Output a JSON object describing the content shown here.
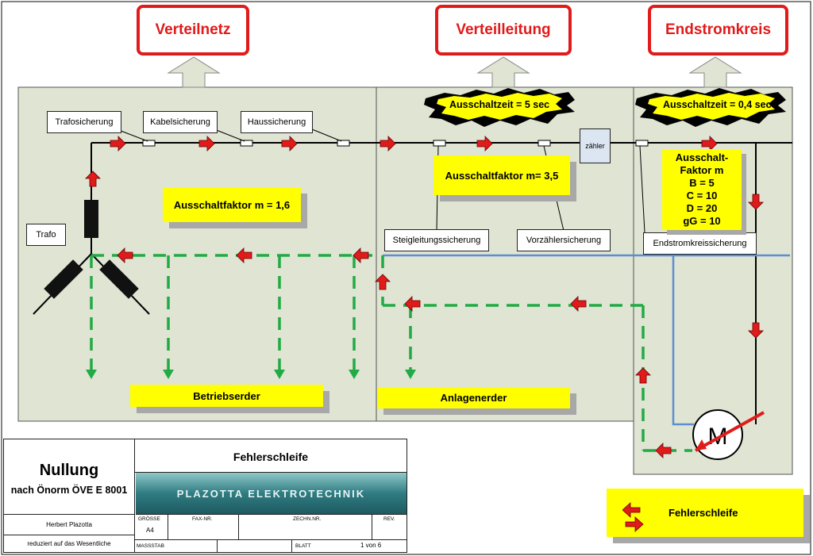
{
  "sections": {
    "verteilnetz": "Verteilnetz",
    "verteilleitung": "Verteilleitung",
    "endstromkreis": "Endstromkreis"
  },
  "fuses": {
    "trafosicherung": "Trafosicherung",
    "kabelsicherung": "Kabelsicherung",
    "haussicherung": "Haussicherung",
    "steigleitungssicherung": "Steigleitungssicherung",
    "vorzaehlersicherung": "Vorzählersicherung",
    "endstromkreissicherung": "Endstromkreissicherung"
  },
  "components": {
    "trafo": "Trafo",
    "zaehler": "zähler",
    "motor": "M"
  },
  "switch_off": {
    "time_verteilleitung": "Ausschaltzeit = 5 sec",
    "time_endstromkreis": "Ausschaltzeit = 0,4 sec",
    "factor_verteilnetz": "Ausschaltfaktor m = 1,6",
    "factor_verteilleitung": "Ausschaltfaktor m= 3,5",
    "factor_endstromkreis": [
      "Ausschalt-",
      "Faktor m",
      "B = 5",
      "C = 10",
      "D = 20",
      "gG = 10"
    ]
  },
  "earthing": {
    "betriebserder": "Betriebserder",
    "anlagenerder": "Anlagenerder"
  },
  "legend": {
    "label": "Fehlerschleife"
  },
  "title_block": {
    "title": "Nullung",
    "subtitle": "nach Önorm ÖVE E 8001",
    "drawing_title": "Fehlerschleife",
    "company": "PLAZOTTA ELEKTROTECHNIK",
    "author": "Herbert Plazotta",
    "note": "reduziert auf das Wesentliche",
    "size_label": "GRÖSSE",
    "size_value": "A4",
    "fax_label": "FAX-NR.",
    "drawing_no_label": "ZECHN.NR.",
    "rev_label": "REV.",
    "scale_label": "MASSSTAB",
    "sheet_label": "BLATT",
    "sheet_value": "1 von 6"
  },
  "colors": {
    "header_border": "#e11a1a",
    "panel_fill": "#dfe4d3",
    "highlight": "#ffff00",
    "earth_dashes": "#22aa44",
    "arrow": "#e11a1a",
    "conductor": "#000000",
    "neutral_blue": "#5b8fd0"
  }
}
